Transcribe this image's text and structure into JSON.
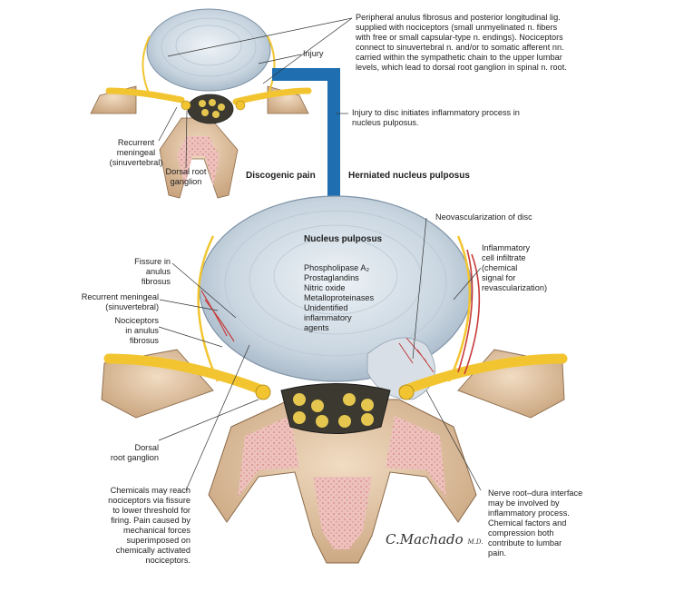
{
  "labels": {
    "peripheral": [
      "Peripheral anulus fibrosus and posterior longitudinal lig.",
      "supplied with nociceptors (small unmyelinated n. fibers",
      "with free or small capsular-type n. endings). Nociceptors",
      "connect to sinuvertebral n. and/or to somatic afferent nn.",
      "carried within the sympathetic chain to the upper lumbar",
      "levels, which lead to dorsal root ganglion in spinal n. root."
    ],
    "injury": "Injury",
    "injury_initiates": [
      "Injury to disc initiates inflammatory process in",
      "nucleus pulposus."
    ],
    "recurrent_top": [
      "Recurrent",
      "meningeal",
      "(sinuvertebral)"
    ],
    "drg_top": [
      "Dorsal root",
      "ganglion"
    ],
    "discogenic_pain": "Discogenic pain",
    "herniated": "Herniated nucleus pulposus",
    "neovascularization": "Neovascularization of disc",
    "nucleus_pulposus": "Nucleus pulposus",
    "agents": [
      "Phospholipase A₂",
      "Prostaglandins",
      "Nitric oxide",
      "Metalloproteinases",
      "Unidentified",
      "inflammatory",
      "agents"
    ],
    "fissure": [
      "Fissure in",
      "anulus",
      "fibrosus"
    ],
    "recurrent_bottom": [
      "Recurrent meningeal",
      "(sinuvertebral)"
    ],
    "nociceptors_anulus": [
      "Nociceptors",
      "in anulus",
      "fibrosus"
    ],
    "inflammatory_cell": [
      "Inflammatory",
      "cell infiltrate",
      "(chemical",
      "signal for",
      "revascularization)"
    ],
    "drg_bottom": [
      "Dorsal",
      "root ganglion"
    ],
    "chemicals": [
      "Chemicals may reach",
      "nociceptors via fissure",
      "to lower threshold for",
      "firing. Pain caused by",
      "mechanical forces",
      "superimposed on",
      "chemically activated",
      "nociceptors."
    ],
    "nerve_root": [
      "Nerve root–dura interface",
      "may be involved by",
      "inflammatory process.",
      "Chemical factors and",
      "compression both",
      "contribute to lumbar",
      "pain."
    ],
    "signature": "C.Machado",
    "signature_md": "M.D."
  },
  "colors": {
    "arrow": "#1f6eb0",
    "disc": "#c9d6e1",
    "nerve": "#f2c530",
    "bone": "#e8c9a6",
    "marrow": "#e7b4b0"
  }
}
